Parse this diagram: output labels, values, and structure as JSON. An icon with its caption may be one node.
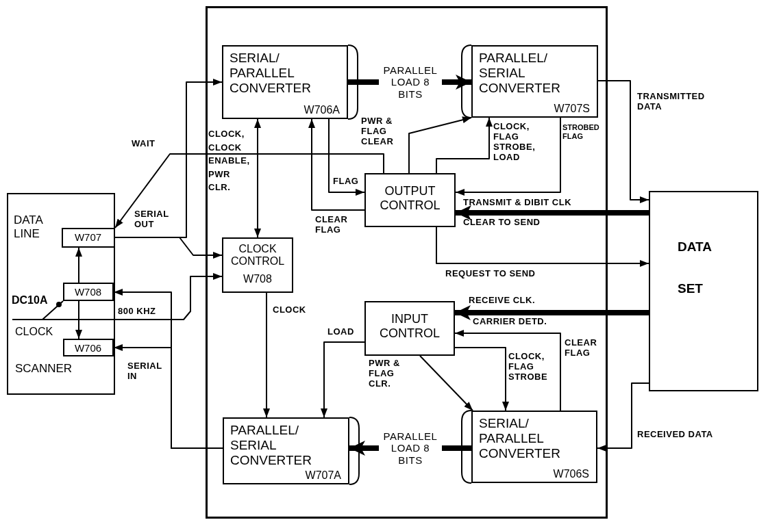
{
  "diagram": {
    "nodes": [
      {
        "text": [
          "DATA LINE",
          "DC10A",
          "CLOCK",
          "SCANNER"
        ]
      },
      {
        "text": [
          "W707"
        ],
        "in": 0
      },
      {
        "text": [
          "W708"
        ],
        "in": 0
      },
      {
        "text": [
          "W706"
        ],
        "in": 0
      },
      {
        "text": [],
        "shape": "box"
      },
      {
        "text": [
          "SERIAL/ PARALLEL CONVERTER",
          "W706A"
        ],
        "in": 4
      },
      {
        "text": [
          "PARALLEL/ SERIAL CONVERTER",
          "W707S"
        ],
        "in": 4
      },
      {
        "text": [
          "OUTPUT CONTROL"
        ],
        "in": 4
      },
      {
        "text": [
          "CLOCK CONTROL",
          "W708"
        ],
        "in": 4
      },
      {
        "text": [
          "INPUT CONTROL"
        ],
        "in": 4
      },
      {
        "text": [
          "PARALLEL/ SERIAL CONVERTER",
          "W707A"
        ],
        "in": 4
      },
      {
        "text": [
          "SERIAL/ PARALLEL CONVERTER",
          "W706S"
        ],
        "in": 4
      },
      {
        "text": [
          "DATA SET"
        ]
      }
    ],
    "edges": [
      {
        "from": 7,
        "to": 1,
        "arrow": "to",
        "label": "WAIT"
      },
      {
        "from": 1,
        "to": 5,
        "arrow": "to",
        "label": "SERIAL OUT"
      },
      {
        "from": 1,
        "to": 8,
        "arrow": "to"
      },
      {
        "from": 2,
        "to": 1,
        "arrow": "to"
      },
      {
        "from": 2,
        "to": 3,
        "arrow": "to"
      },
      {
        "from": 2,
        "to": 8,
        "arrow": "to",
        "label": "800 KHZ"
      },
      {
        "from": 10,
        "to": 3,
        "arrow": "to",
        "label": "SERIAL IN"
      },
      {
        "from": 10,
        "to": 2,
        "arrow": "to"
      },
      {
        "from": 5,
        "to": 8,
        "arrow": "both",
        "label": "CLOCK, CLOCK ENABLE, PWR CLR."
      },
      {
        "from": 7,
        "to": 5,
        "arrow": "to",
        "label": "CLEAR FLAG"
      },
      {
        "from": 5,
        "to": 7,
        "arrow": "to",
        "label": "FLAG"
      },
      {
        "from": 7,
        "to": 6,
        "arrow": "to",
        "label": "PWR & FLAG CLEAR"
      },
      {
        "from": 7,
        "to": 6,
        "arrow": "to",
        "label": "CLOCK, FLAG STROBE, LOAD"
      },
      {
        "from": 6,
        "to": 7,
        "arrow": "to",
        "label": "STROBED FLAG"
      },
      {
        "from": 6,
        "to": 12,
        "arrow": "to",
        "label": "TRANSMITTED DATA"
      },
      {
        "from": 12,
        "to": 7,
        "arrow": "to",
        "label": "CLEAR TO SEND",
        "style": "thick"
      },
      {
        "from": 7,
        "to": 12,
        "arrow": "to",
        "label": "REQUEST TO SEND"
      },
      {
        "from": 12,
        "to": 9,
        "arrow": "to",
        "label": "RECEIVE CLK.",
        "style": "thick"
      },
      {
        "from": 11,
        "to": 9,
        "arrow": "to",
        "label": "CLEAR FLAG"
      },
      {
        "from": 9,
        "to": 11,
        "arrow": "to",
        "label": "CLOCK, FLAG STROBE"
      },
      {
        "from": 9,
        "to": 11,
        "arrow": "to",
        "label": "PWR & FLAG CLR."
      },
      {
        "from": 9,
        "to": 10,
        "arrow": "to",
        "label": "LOAD"
      },
      {
        "from": 8,
        "to": 10,
        "arrow": "to",
        "label": "CLOCK"
      },
      {
        "from": 12,
        "to": 11,
        "arrow": "to",
        "label": "RECEIVED DATA"
      },
      {
        "from": 5,
        "to": 6,
        "arrow": "to",
        "label": "PARALLEL LOAD 8 BITS",
        "style": "thick"
      },
      {
        "from": 11,
        "to": 10,
        "arrow": "to",
        "label": "PARALLEL LOAD 8 BITS",
        "style": "thick"
      }
    ],
    "labels": [
      "TRANSMIT & DIBIT CLK",
      "CARRIER DETD."
    ]
  }
}
